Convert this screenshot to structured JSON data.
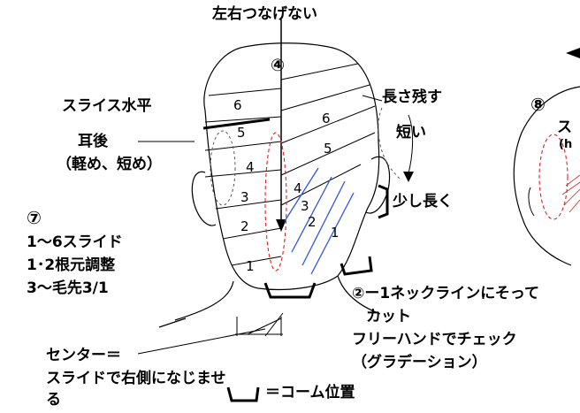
{
  "labels": {
    "top_title": "左右つなげない",
    "circle4": "④",
    "slice_horizontal": "スライス水平",
    "ear_back_1": "耳後",
    "ear_back_2": "（軽め、短め）",
    "leave_long": "長さ残す",
    "short": "短い",
    "slightly_long": "少し長く",
    "step7_circle": "⑦",
    "step7_line1": "1～6スライド",
    "step7_line2": "1･2根元調整",
    "step7_line3": "3～毛先3/1",
    "step2_line1": "②ー1ネックラインにそって",
    "step2_line2": "カット",
    "step2_line3": "フリーハンドでチェック",
    "step2_line4": "（グラデーション）",
    "center_line1": "センター＝",
    "center_line2": "スライドで右側になじませ",
    "center_line3": "る",
    "comb_position": "＝コーム位置",
    "step8_circle": "⑧",
    "step8_partial": "ス",
    "step8_partial2": "(h"
  },
  "left_slices": [
    "6",
    "5",
    "4",
    "3",
    "2",
    "1"
  ],
  "right_slices": [
    "6",
    "5",
    "4",
    "3",
    "2",
    "1"
  ],
  "colors": {
    "ink": "#000000",
    "blue_guides": "#3355dd",
    "red_dashed": "#e02020",
    "guide_gray": "#555555"
  }
}
